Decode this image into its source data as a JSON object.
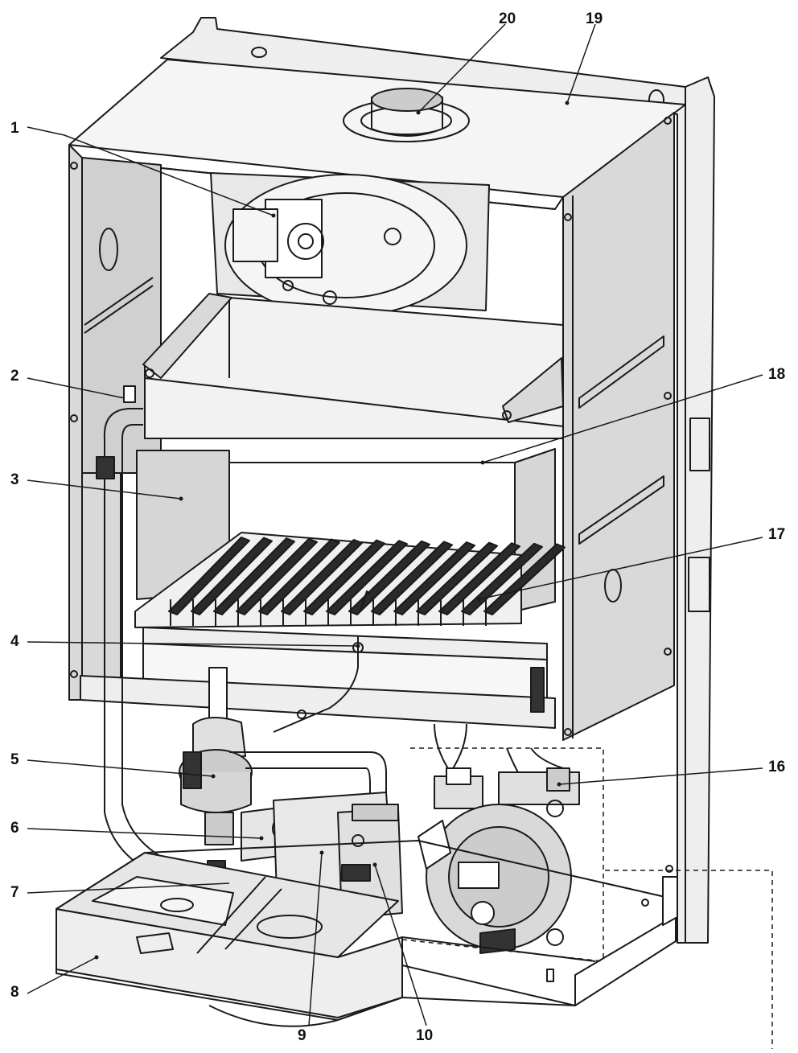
{
  "callouts": {
    "c1": "1",
    "c2": "2",
    "c3": "3",
    "c4": "4",
    "c5": "5",
    "c6": "6",
    "c7": "7",
    "c8": "8",
    "c9": "9",
    "c10": "10",
    "c16": "16",
    "c17": "17",
    "c18": "18",
    "c19": "19",
    "c20": "20"
  },
  "colors": {
    "line": "#1a1a1a",
    "panel": "#d9d9d9",
    "panel_dark": "#bdbdbd",
    "white": "#ffffff"
  }
}
